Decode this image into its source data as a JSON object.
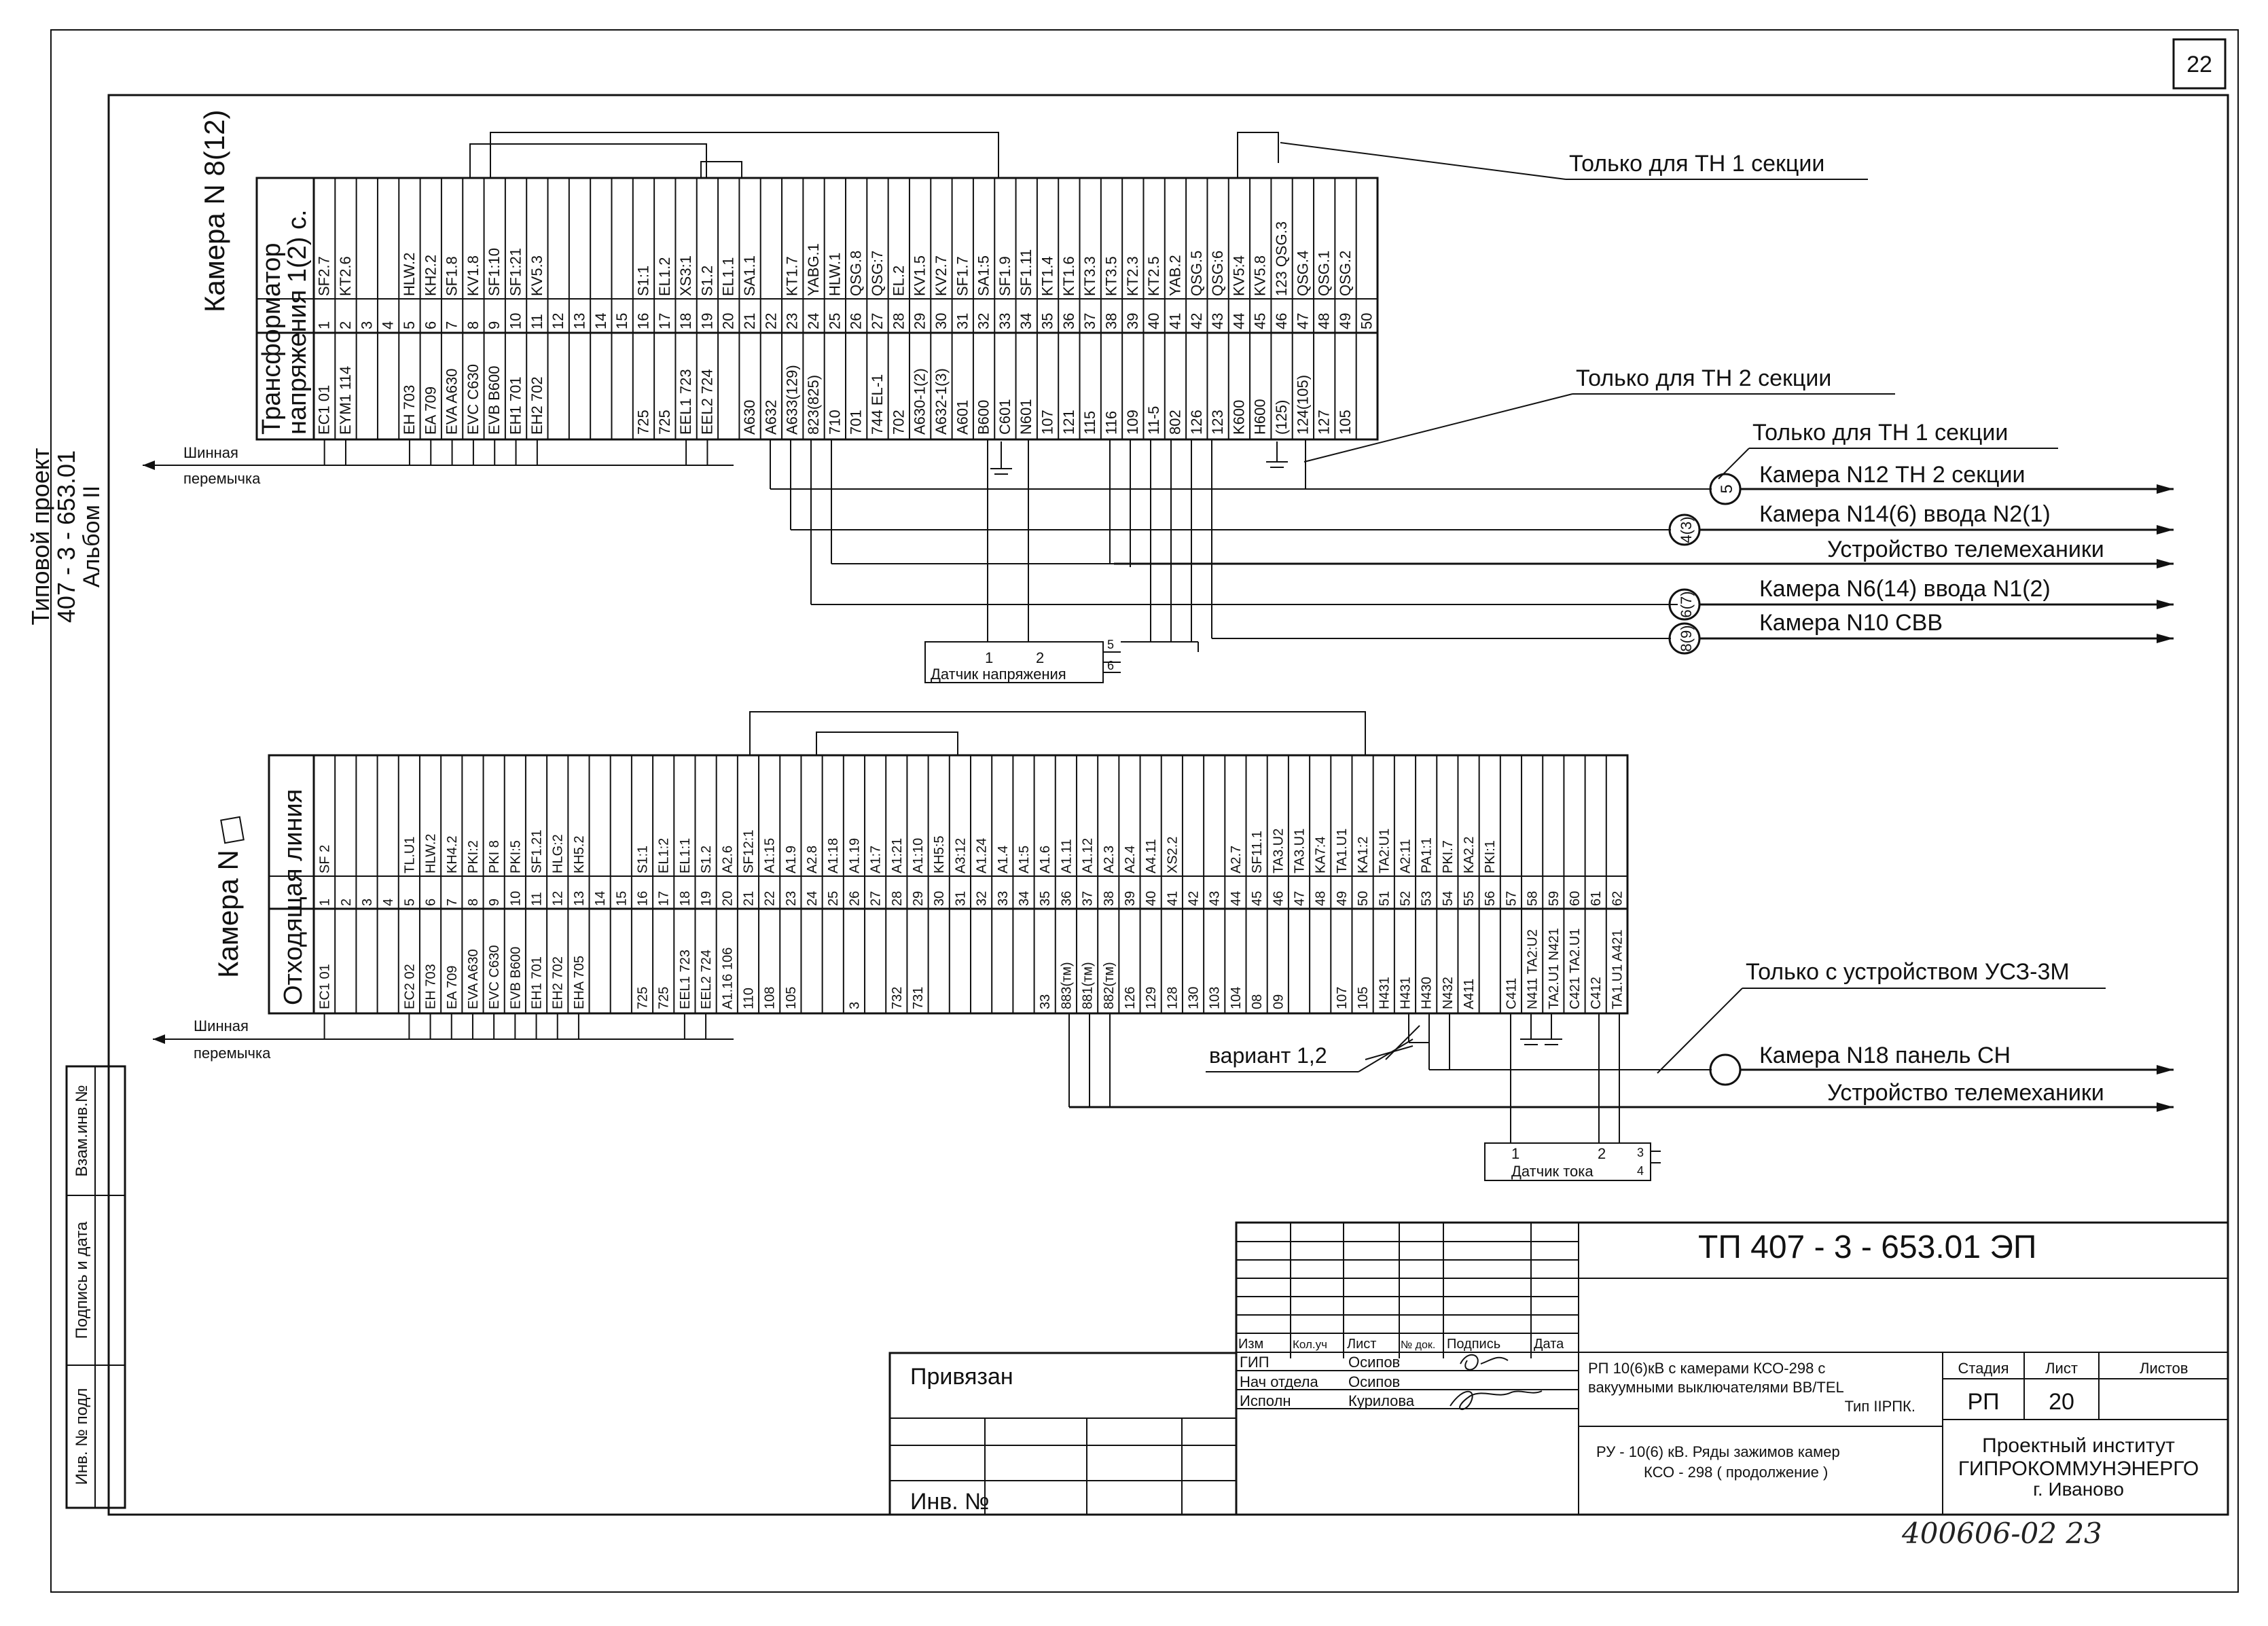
{
  "sheet_number": "22",
  "side_stamp": {
    "line1": "Типовой проект",
    "line2": "407 - 3 - 653.01",
    "line3": "Альбом II"
  },
  "left_margin": {
    "inv_zam": "Взам.инв.№",
    "sign_date": "Подпись и дата",
    "inv_podl": "Инв. № подл"
  },
  "panel1": {
    "camera_label": "Камера N 8(12)",
    "title_line1": "Трансформатор",
    "title_line2": "напряжения  1(2) с.",
    "wire_left_top": [
      "EC1  01",
      "EYM1 114",
      "",
      "",
      "EH  703",
      "EA  709",
      "EVA A630",
      "EVC C630",
      "EVB B600",
      "EH1  701",
      "EH2  702",
      "",
      "",
      "",
      "",
      "725",
      "725",
      "EEL1  723",
      "EEL2  724",
      "",
      "A630",
      "A632",
      "A633(129)",
      "823(825)",
      "710",
      "701",
      "744   EL-1",
      "702",
      "A630-1(2)",
      "A632-1(3)",
      "A601",
      "B600",
      "C601",
      "N601",
      "107",
      "121",
      "115",
      "116",
      "109",
      "11-5",
      "802",
      "126",
      "123",
      "K600",
      "H600",
      "(125)",
      "124(105)",
      "127",
      "105"
    ],
    "terminals": [
      "1",
      "2",
      "3",
      "4",
      "5",
      "6",
      "7",
      "8",
      "9",
      "10",
      "11",
      "12",
      "13",
      "14",
      "15",
      "16",
      "17",
      "18",
      "19",
      "20",
      "21",
      "22",
      "23",
      "24",
      "25",
      "26",
      "27",
      "28",
      "29",
      "30",
      "31",
      "32",
      "33",
      "34",
      "35",
      "36",
      "37",
      "38",
      "39",
      "40",
      "41",
      "42",
      "43",
      "44",
      "45",
      "46",
      "47",
      "48",
      "49",
      "50"
    ],
    "wire_right_top": [
      "SF2.7",
      "KT2.6",
      "",
      "",
      "HLW.2",
      "KH2.2",
      "SF1.8",
      "KV1.8",
      "SF1:10",
      "SF1:21",
      "KV5.3",
      "",
      "",
      "",
      "",
      "S1:1",
      "EL1.2",
      "XS3:1",
      "S1.2",
      "EL1.1",
      "SA1.1",
      "",
      "KT1.7",
      "YABG.1",
      "HLW.1",
      "QSG.8",
      "QSG:7",
      "EL.2",
      "KV1.5",
      "KV2.7",
      "SF1.7",
      "SA1:5",
      "SF1.9",
      "SF1.11",
      "KT1.4",
      "KT1.6",
      "KT3.3",
      "KT3.5",
      "KT2.3",
      "KT2.5",
      "YAB.2",
      "QSG.5",
      "QSG:6",
      "KV5:4",
      "KV5.8",
      "123 QSG.3",
      "QSG.4",
      "QSG.1",
      "QSG.2",
      ""
    ],
    "bus_label_1": "Шинная",
    "bus_label_2": "перемычка",
    "sensor": {
      "label": "Датчик напряжения",
      "pins": [
        "1",
        "2",
        "5",
        "6"
      ]
    }
  },
  "panel1_routes": [
    {
      "circle": "5",
      "text": "Камера N12  ТН  2  секции",
      "note": "Только  для  ТН  1 секции"
    },
    {
      "circle": "4(3)",
      "text": "Камера N14(6)  ввода  N2(1)"
    },
    {
      "circle": "",
      "text": "Устройство  телемеханики"
    },
    {
      "circle": "6(7)",
      "text": "Камера N6(14)  ввода  N1(2)"
    },
    {
      "circle": "8(9)",
      "text": "Камера N10  СВВ"
    }
  ],
  "notes": {
    "only_th1_top": "Только  для  ТН 1 секции",
    "only_th2": "Только  для  ТН  2 секции",
    "only_usz": "Только с устройством УСЗ-3М",
    "variant": "вариант 1,2"
  },
  "panel2": {
    "camera_label": "Камера N",
    "title": "Отходящая  линия",
    "wire_left": [
      "EC1  01",
      "",
      "",
      "",
      "EC2  02",
      "EH  703",
      "EA  709",
      "EVA A630",
      "EVC C630",
      "EVB B600",
      "EH1  701",
      "EH2  702",
      "EHA  705",
      "",
      "",
      "725",
      "725",
      "EEL1  723",
      "EEL2  724",
      "A1.16 106",
      "110",
      "108",
      "105",
      "",
      "",
      "3",
      "",
      "732",
      "731",
      "",
      "",
      "",
      "",
      "",
      "33",
      "883(тм)",
      "881(тм)",
      "882(тм)",
      "126",
      "129",
      "128",
      "130",
      "103",
      "104",
      "08",
      "09",
      "",
      "",
      "107",
      "105",
      "H431",
      "H431",
      "H430",
      "N432",
      "A411",
      "",
      "C411",
      "N411 TA2:U2",
      "TA2.U1  N421",
      "C421  TA2.U1",
      "C412",
      "TA1.U1  A421"
    ],
    "terminals": [
      "1",
      "2",
      "3",
      "4",
      "5",
      "6",
      "7",
      "8",
      "9",
      "10",
      "11",
      "12",
      "13",
      "14",
      "15",
      "16",
      "17",
      "18",
      "19",
      "20",
      "21",
      "22",
      "23",
      "24",
      "25",
      "26",
      "27",
      "28",
      "29",
      "30",
      "31",
      "32",
      "33",
      "34",
      "35",
      "36",
      "37",
      "38",
      "39",
      "40",
      "41",
      "42",
      "43",
      "44",
      "45",
      "46",
      "47",
      "48",
      "49",
      "50",
      "51",
      "52",
      "53",
      "54",
      "55",
      "56",
      "57",
      "58",
      "59",
      "60",
      "61",
      "62"
    ],
    "wire_right": [
      "SF 2",
      "",
      "",
      "",
      "TL.U1",
      "HLW.2",
      "KH4.2",
      "PKI:2",
      "PKI 8",
      "PKI:5",
      "SF1.21",
      "HLG:2",
      "KH5.2",
      "",
      "",
      "S1:1",
      "EL1:2",
      "EL1:1",
      "S1.2",
      "A2.6",
      "SF12:1",
      "A1:15",
      "A1.9",
      "A2.8",
      "A1:18",
      "A1.19",
      "A1:7",
      "A1:21",
      "A1:10",
      "KH5:5",
      "A3:12",
      "A1.24",
      "A1.4",
      "A1:5",
      "A1.6",
      "A1.11",
      "A1.12",
      "A2.3",
      "A2.4",
      "A4.11",
      "XS2.2",
      "",
      "",
      "A2.7",
      "SF11.1",
      "TA3.U2",
      "TA3.U1",
      "KA7:4",
      "TA1.U1",
      "KA1:2",
      "TA2:U1",
      "A2:11",
      "PA1:1",
      "PKI.7",
      "KA2.2",
      "PKI:1"
    ],
    "bus_label_1": "Шинная",
    "bus_label_2": "перемычка",
    "sensor": {
      "label": "Датчик  тока",
      "pins": [
        "1",
        "2",
        "3",
        "4"
      ]
    }
  },
  "panel2_routes": [
    {
      "circle": "",
      "text": "Камера N18  панель  СН"
    },
    {
      "circle": "",
      "text": "Устройство  телемеханики"
    }
  ],
  "title_block": {
    "doc_code": "ТП   407 - 3 - 653.01   ЭП",
    "header": [
      "Изм",
      "Кол.уч",
      "Лист",
      "№ док.",
      "Подпись",
      "Дата"
    ],
    "roles": [
      {
        "role": "ГИП",
        "name": "Осипов"
      },
      {
        "role": "Нач отдела",
        "name": "Осипов"
      },
      {
        "role": "Исполн",
        "name": "Курилова"
      }
    ],
    "bound": "Привязан",
    "inv": "Инв. №",
    "desc1_line1": "РП 10(6)кВ с камерами КСО-298 с",
    "desc1_line2": "вакуумными выключателями BB/TEL",
    "desc1_line3": "Тип IIРПК.",
    "desc2_line1": "РУ - 10(6) кВ.  Ряды зажимов камер",
    "desc2_line2": "КСО - 298 ( продолжение )",
    "stage_hdr": "Стадия",
    "sheet_hdr": "Лист",
    "sheets_hdr": "Листов",
    "stage": "РП",
    "sheet": "20",
    "sheets": "",
    "org_line1": "Проектный институт",
    "org_line2": "ГИПРОКОММУНЭНЕРГО",
    "org_line3": "г. Иваново",
    "handwritten": "400606-02     23"
  }
}
